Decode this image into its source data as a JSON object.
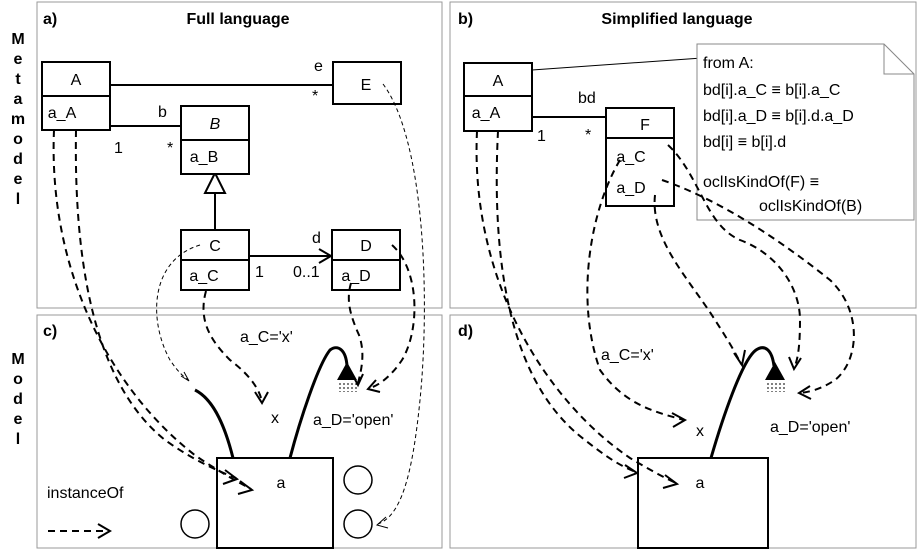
{
  "side_labels": {
    "metamodel": [
      "M",
      "e",
      "t",
      "a",
      "m",
      "o",
      "d",
      "e",
      "l"
    ],
    "model": [
      "M",
      "o",
      "d",
      "e",
      "l"
    ]
  },
  "panels": {
    "a": {
      "tag": "a)",
      "title": "Full language"
    },
    "b": {
      "tag": "b)",
      "title": "Simplified language"
    },
    "c": {
      "tag": "c)"
    },
    "d": {
      "tag": "d)"
    }
  },
  "full": {
    "class_A": {
      "name": "A",
      "attr": "a_A"
    },
    "class_B": {
      "name": "B",
      "attr": "a_B"
    },
    "class_C": {
      "name": "C",
      "attr": "a_C"
    },
    "class_D": {
      "name": "D",
      "attr": "a_D"
    },
    "class_E": {
      "name": "E"
    },
    "assoc_e": {
      "role": "e",
      "mult": "*"
    },
    "assoc_b": {
      "role": "b",
      "mult_src": "1",
      "mult_dst": "*"
    },
    "assoc_d": {
      "role": "d",
      "mult_src": "1",
      "mult_dst": "0..1"
    }
  },
  "simplified": {
    "class_A": {
      "name": "A",
      "attr": "a_A"
    },
    "class_F": {
      "name": "F",
      "attr1": "a_C",
      "attr2": "a_D"
    },
    "assoc_bd": {
      "role": "bd",
      "mult_src": "1",
      "mult_dst": "*"
    },
    "note": {
      "lines": [
        "from A:",
        "bd[i].a_C ≡ b[i].a_C",
        "bd[i].a_D ≡ b[i].d.a_D",
        "bd[i] ≡ b[i].d",
        "oclIsKindOf(F) ≡",
        "oclIsKindOf(B)"
      ]
    }
  },
  "model_c": {
    "label_ac": "a_C='x'",
    "label_x": "x",
    "label_ad": "a_D='open'",
    "label_a": "a",
    "legend": "instanceOf"
  },
  "model_d": {
    "label_ac": "a_C='x'",
    "label_x": "x",
    "label_ad": "a_D='open'",
    "label_a": "a"
  }
}
